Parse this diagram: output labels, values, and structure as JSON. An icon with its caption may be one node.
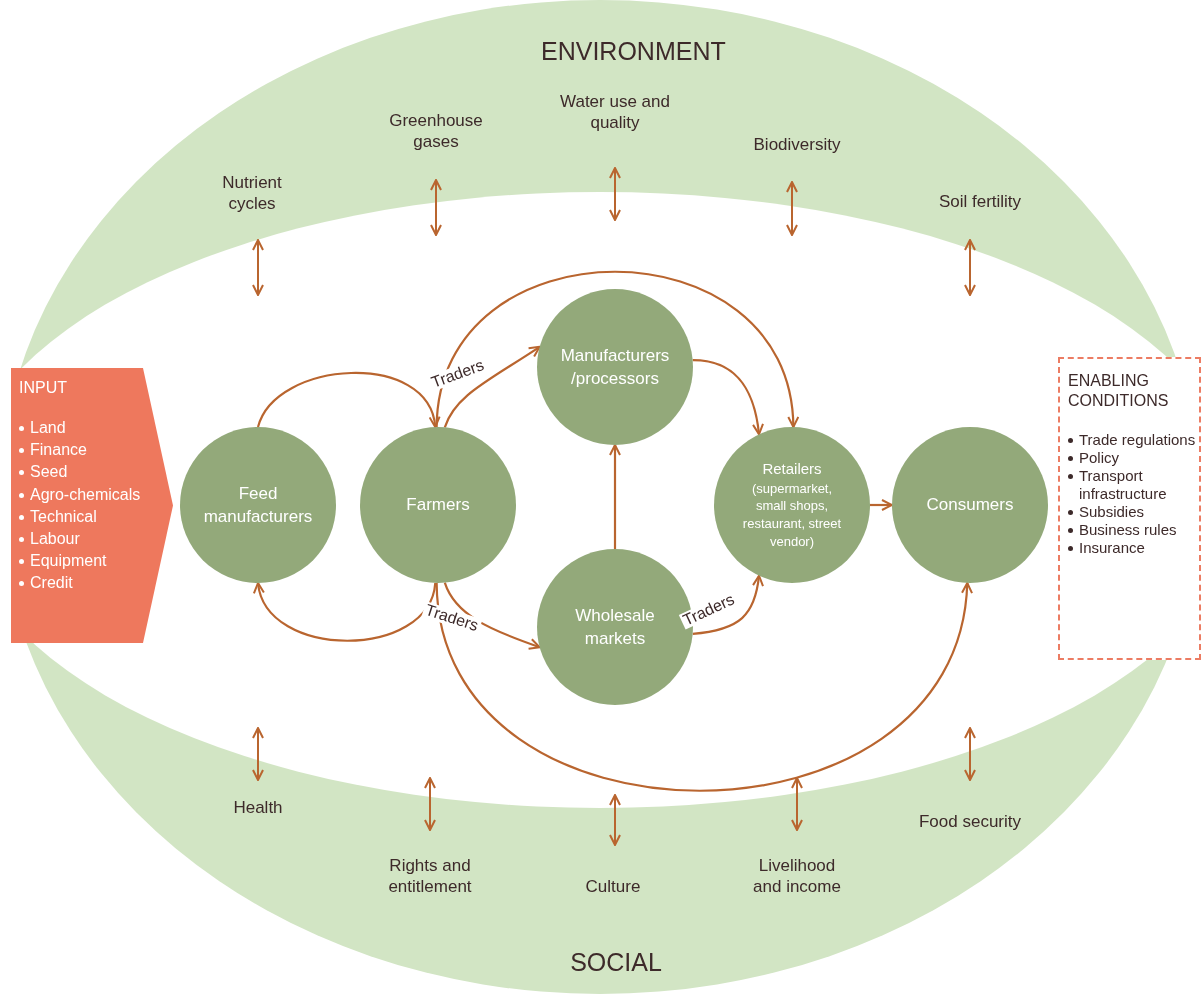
{
  "diagram": {
    "nodes": [
      {
        "text": [
          "INPUT",
          "Land",
          "Finance",
          "Seed",
          "Agro-chemicals",
          "Technical",
          "Labour",
          "Equipment",
          "Credit"
        ]
      },
      {
        "text": [
          "Feed manufacturers"
        ]
      },
      {
        "text": [
          "Farmers"
        ]
      },
      {
        "text": [
          "Manufacturers /processors"
        ]
      },
      {
        "text": [
          "Wholesale markets"
        ]
      },
      {
        "text": [
          "Retailers",
          "(supermarket, small shops, restaurant, street vendor)"
        ]
      },
      {
        "text": [
          "Consumers"
        ]
      },
      {
        "text": [
          "ENABLING CONDITIONS",
          "Trade regulations",
          "Policy",
          "Transport infrastructure",
          "Subsidies",
          "Business rules",
          "Insurance"
        ]
      }
    ],
    "edges": [
      {
        "from": 1,
        "to": 2,
        "arrow": "to"
      },
      {
        "from": 2,
        "to": 1,
        "arrow": "to"
      },
      {
        "from": 2,
        "to": 3,
        "arrow": "to",
        "label": "Traders"
      },
      {
        "from": 2,
        "to": 4,
        "arrow": "to",
        "label": "Traders"
      },
      {
        "from": 4,
        "to": 3,
        "arrow": "to"
      },
      {
        "from": 3,
        "to": 5,
        "arrow": "to"
      },
      {
        "from": 2,
        "to": 5,
        "arrow": "to"
      },
      {
        "from": 4,
        "to": 5,
        "arrow": "to",
        "label": "Traders"
      },
      {
        "from": 5,
        "to": 6,
        "arrow": "to"
      },
      {
        "from": 2,
        "to": 6,
        "arrow": "to"
      }
    ],
    "labels": [
      "ENVIRONMENT",
      "Nutrient cycles",
      "Greenhouse gases",
      "Water use and quality",
      "Biodiversity",
      "Soil fertility",
      "Health",
      "Rights and entitlement",
      "Culture",
      "Livelihood and income",
      "Food security",
      "SOCIAL"
    ]
  }
}
